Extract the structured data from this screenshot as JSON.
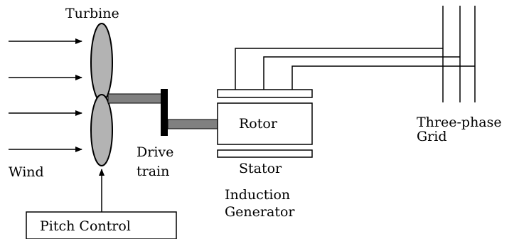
{
  "labels": {
    "turbine": "Turbine",
    "wind": "Wind",
    "drive_train_line1": "Drive",
    "drive_train_line2": "train",
    "rotor": "Rotor",
    "stator": "Stator",
    "induction_line1": "Induction",
    "induction_line2": "Generator",
    "grid_line1": "Three-phase",
    "grid_line2": "Grid",
    "pitch_control": "Pitch Control"
  },
  "colors": {
    "blade_fill": "#b3b3b3",
    "shaft_fill": "#808080",
    "stroke": "#000000"
  }
}
